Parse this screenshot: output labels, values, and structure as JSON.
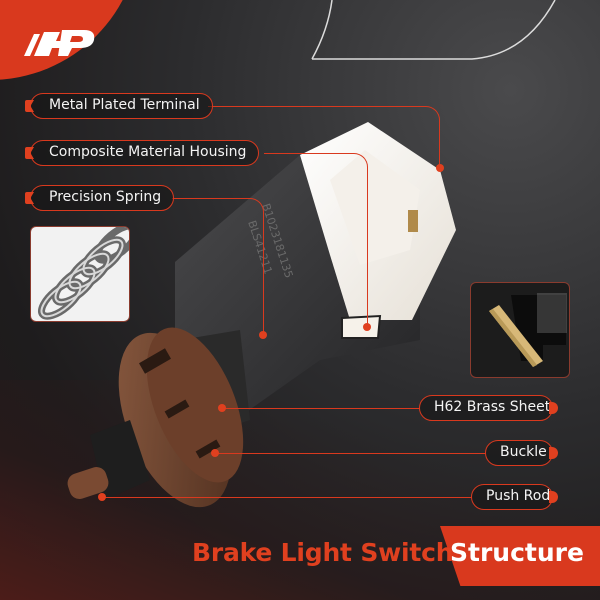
{
  "brand": {
    "logo_text": "A-P",
    "logo_icon": "a-premium-logo-icon",
    "accent_color": "#d9391e"
  },
  "callouts": {
    "left": [
      {
        "label": "Metal Plated Terminal"
      },
      {
        "label": "Composite Material Housing"
      },
      {
        "label": "Precision Spring"
      }
    ],
    "right": [
      {
        "label": "H62 Brass Sheet"
      },
      {
        "label": "Buckle"
      },
      {
        "label": "Push Rod"
      }
    ]
  },
  "product": {
    "markings": [
      "B1023181135",
      "BLS41211"
    ],
    "name": "Brake Light Switch"
  },
  "insets": {
    "spring_icon": "spring-detail-image",
    "brass_icon": "brass-sheet-detail-image"
  },
  "title": {
    "primary": "Brake Light Switch",
    "secondary": "Structure"
  }
}
